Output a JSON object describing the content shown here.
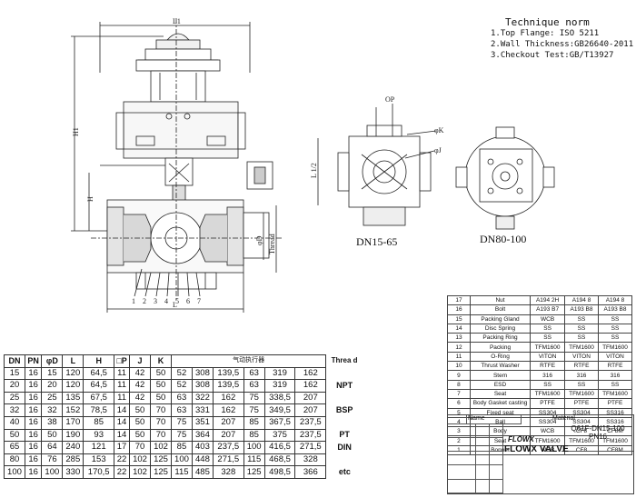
{
  "notes": {
    "title": "Technique norm",
    "items": [
      "1.Top Flange: ISO 5211",
      "2.Wall Thickness:GB26640-2011",
      "3.Checkout Test:GB/T13927"
    ]
  },
  "drawing": {
    "dim_l1": "L1",
    "dim_h1": "H1",
    "dim_h": "H",
    "dim_l": "L",
    "dim_d": "φD",
    "dim_thread": "Thread",
    "dim_op": "OP",
    "dim_k": "φK",
    "dim_j": "φJ",
    "dim_l2": "L 1/2",
    "part_callouts": [
      "1",
      "2",
      "3",
      "4",
      "5",
      "6",
      "7"
    ],
    "view_dn15": "DN15-65",
    "view_dn80": "DN80-100"
  },
  "dimension_table": {
    "headers": [
      "DN",
      "PN",
      "φD",
      "L",
      "H",
      "□P",
      "J",
      "K",
      "气动执行器",
      "",
      "",
      "",
      "",
      "",
      "Threa d"
    ],
    "thread_types": [
      "NPT",
      "BSP",
      "PT",
      "DIN",
      "etc"
    ],
    "rows": [
      [
        "15",
        "16",
        "15",
        "120",
        "64,5",
        "11",
        "42",
        "50",
        "52",
        "308",
        "139,5",
        "63",
        "319",
        "162"
      ],
      [
        "20",
        "16",
        "20",
        "120",
        "64,5",
        "11",
        "42",
        "50",
        "52",
        "308",
        "139,5",
        "63",
        "319",
        "162"
      ],
      [
        "25",
        "16",
        "25",
        "135",
        "67,5",
        "11",
        "42",
        "50",
        "63",
        "322",
        "162",
        "75",
        "338,5",
        "207"
      ],
      [
        "32",
        "16",
        "32",
        "152",
        "78,5",
        "14",
        "50",
        "70",
        "63",
        "331",
        "162",
        "75",
        "349,5",
        "207"
      ],
      [
        "40",
        "16",
        "38",
        "170",
        "85",
        "14",
        "50",
        "70",
        "75",
        "351",
        "207",
        "85",
        "367,5",
        "237,5"
      ],
      [
        "50",
        "16",
        "50",
        "190",
        "93",
        "14",
        "50",
        "70",
        "75",
        "364",
        "207",
        "85",
        "375",
        "237,5"
      ],
      [
        "65",
        "16",
        "64",
        "240",
        "121",
        "17",
        "70",
        "102",
        "85",
        "403",
        "237,5",
        "100",
        "416,5",
        "271,5"
      ],
      [
        "80",
        "16",
        "76",
        "285",
        "153",
        "22",
        "102",
        "125",
        "100",
        "448",
        "271,5",
        "115",
        "468,5",
        "328"
      ],
      [
        "100",
        "16",
        "100",
        "330",
        "170,5",
        "22",
        "102",
        "125",
        "115",
        "485",
        "328",
        "125",
        "498,5",
        "366"
      ]
    ]
  },
  "bom": {
    "rows": [
      [
        "17",
        "Nut",
        "A194 2H",
        "A194 8",
        "A194 8"
      ],
      [
        "16",
        "Bolt",
        "A193 B7",
        "A193 B8",
        "A193 B8"
      ],
      [
        "15",
        "Packing Gland",
        "WCB",
        "SS",
        "SS"
      ],
      [
        "14",
        "Disc Spring",
        "SS",
        "SS",
        "SS"
      ],
      [
        "13",
        "Packing Ring",
        "SS",
        "SS",
        "SS"
      ],
      [
        "12",
        "Packing",
        "TFM1600",
        "TFM1600",
        "TFM1600"
      ],
      [
        "11",
        "O-Ring",
        "VITON",
        "VITON",
        "VITON"
      ],
      [
        "10",
        "Thrust Washer",
        "RTFE",
        "RTFE",
        "RTFE"
      ],
      [
        "9",
        "Stem",
        "316",
        "316",
        "316"
      ],
      [
        "8",
        "ESD",
        "SS",
        "SS",
        "SS"
      ],
      [
        "7",
        "Seat",
        "TFM1600",
        "TFM1600",
        "TFM1600"
      ],
      [
        "6",
        "Body Gasket casting",
        "PTFE",
        "PTFE",
        "PTFE"
      ],
      [
        "5",
        "Fixed seat",
        "SS304",
        "SS304",
        "SS316"
      ],
      [
        "4",
        "Ball",
        "SS304",
        "SS304",
        "SS316"
      ],
      [
        "3",
        "Body",
        "WCB",
        "CF8",
        "CF8M"
      ],
      [
        "2",
        "Seat",
        "TFM1600",
        "TFM1600",
        "TFM1600"
      ],
      [
        "1",
        "Bonnet",
        "WCB",
        "CF8",
        "CF8M"
      ]
    ]
  },
  "title_block": {
    "name_label": "Name",
    "material_label": "Material",
    "model": "Q61F-DN15-100",
    "pn": "PN16",
    "logo": "FLŌWX",
    "brand": "FLOWX VALVE"
  }
}
